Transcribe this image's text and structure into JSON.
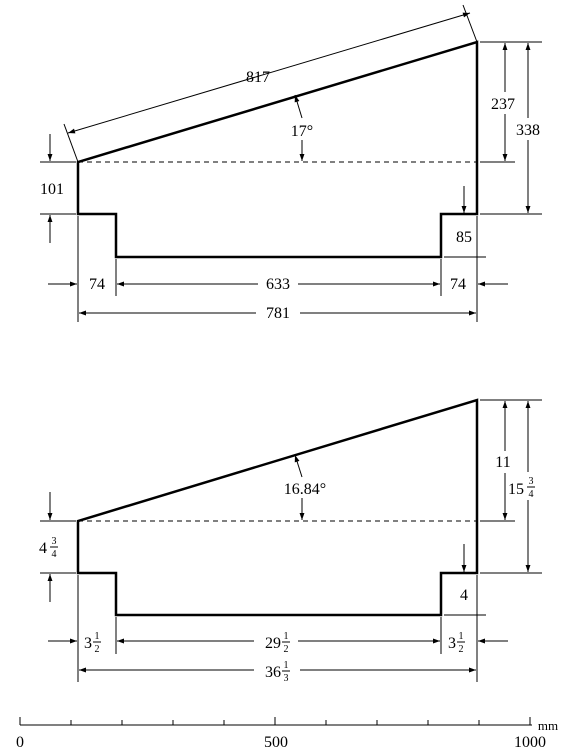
{
  "top_drawing": {
    "slope_length": "817",
    "angle": "17°",
    "rise": "237",
    "total_height": "338",
    "left_height": "101",
    "right_drop": "85",
    "left_offset": "74",
    "bottom_width": "633",
    "right_offset": "74",
    "total_width": "781"
  },
  "bottom_drawing": {
    "angle": "16.84°",
    "rise": "11",
    "total_height": {
      "whole": "15",
      "num": "3",
      "den": "4"
    },
    "left_height": {
      "whole": "4",
      "num": "3",
      "den": "4"
    },
    "right_drop": "4",
    "left_offset": {
      "whole": "3",
      "num": "1",
      "den": "2"
    },
    "bottom_width": {
      "whole": "29",
      "num": "1",
      "den": "2"
    },
    "right_offset": {
      "whole": "3",
      "num": "1",
      "den": "2"
    },
    "total_width": {
      "whole": "36",
      "num": "1",
      "den": "3"
    }
  },
  "scale": {
    "labels": [
      "0",
      "500",
      "1000"
    ],
    "unit": "mm"
  }
}
